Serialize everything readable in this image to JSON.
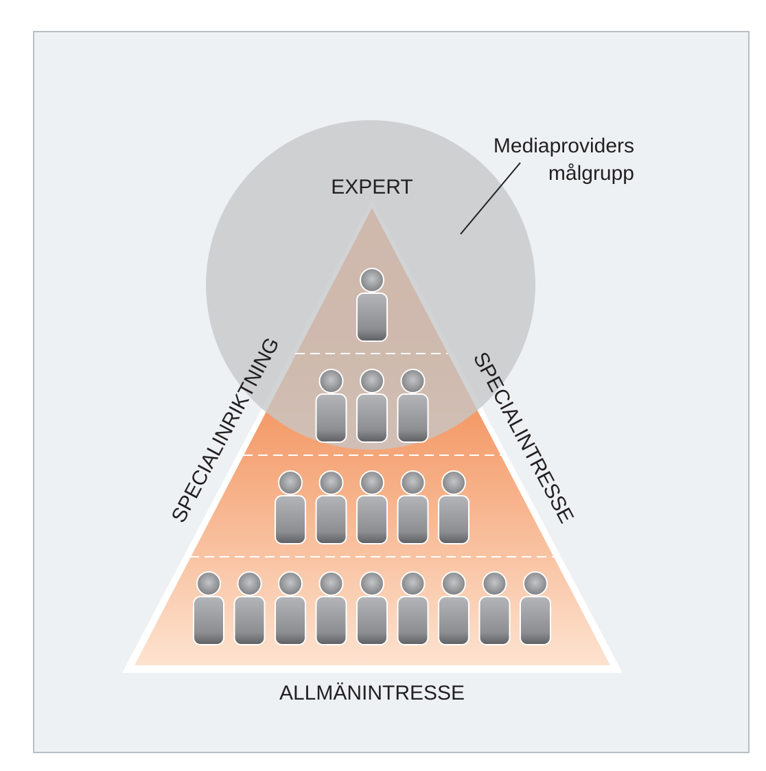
{
  "diagram": {
    "labels": {
      "top": "EXPERT",
      "bottom": "ALLMÄNINTRESSE",
      "left_side": "SPECIALINRIKTNING",
      "right_side": "SPECIALINTRESSE",
      "annotation_line1": "Mediaproviders",
      "annotation_line2": "målgrupp"
    },
    "pyramid_rows": [
      {
        "people_count": 1
      },
      {
        "people_count": 3
      },
      {
        "people_count": 5
      },
      {
        "people_count": 9
      }
    ],
    "colors": {
      "panel_background": "#eef1f4",
      "panel_border": "#b9bec3",
      "circle_fill": "#c8c9cb",
      "pyramid_top": "#f28a4e",
      "pyramid_bottom": "#fde0cc",
      "person_fill": "#8e8f92",
      "person_outline": "#ffffff",
      "divider": "#ffffff"
    }
  }
}
